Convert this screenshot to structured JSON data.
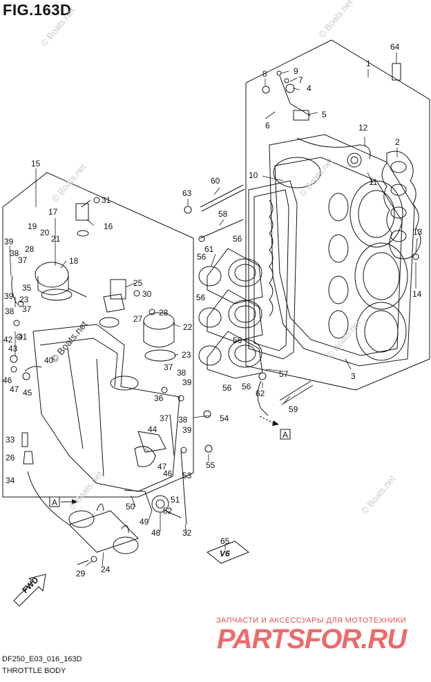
{
  "figure": {
    "title": "FIG.163D",
    "model_code": "DF250_E03_016_163D",
    "name": "THROTTLE BODY"
  },
  "watermark": {
    "text": "© Boats.net"
  },
  "branding": {
    "tagline": "ЗАПЧАСТИ И АКСЕССУАРЫ ДЛЯ МОТОТЕХНИКИ",
    "logo": "PARTSFOR.RU",
    "accent_color": "#e8463f"
  },
  "markers": {
    "ref_a": "A",
    "fwd": "FWD",
    "v6_badge": "V6"
  },
  "callouts": {
    "c1": "1",
    "c2": "2",
    "c3": "3",
    "c4": "4",
    "c5": "5",
    "c6": "6",
    "c7": "7",
    "c8": "8",
    "c9": "9",
    "c10": "10",
    "c11": "11",
    "c12": "12",
    "c13": "13",
    "c14": "14",
    "c15": "15",
    "c16": "16",
    "c17": "17",
    "c18": "18",
    "c19": "19",
    "c20": "20",
    "c21": "21",
    "c22": "22",
    "c23": "23",
    "c24": "24",
    "c25": "25",
    "c26": "26",
    "c27": "27",
    "c28": "28",
    "c29": "29",
    "c30": "30",
    "c31": "31",
    "c32": "32",
    "c33": "33",
    "c34": "34",
    "c35": "35",
    "c36": "36",
    "c37": "37",
    "c38": "38",
    "c39": "39",
    "c40": "40",
    "c41": "41",
    "c42": "42",
    "c43": "43",
    "c44": "44",
    "c45": "45",
    "c46": "46",
    "c47": "47",
    "c48": "48",
    "c49": "49",
    "c50": "50",
    "c51": "51",
    "c52": "52",
    "c53": "53",
    "c54": "54",
    "c55": "55",
    "c56": "56",
    "c57": "57",
    "c58": "58",
    "c59": "59",
    "c60": "60",
    "c61": "61",
    "c62": "62",
    "c63": "63",
    "c64": "64",
    "c65": "65"
  }
}
